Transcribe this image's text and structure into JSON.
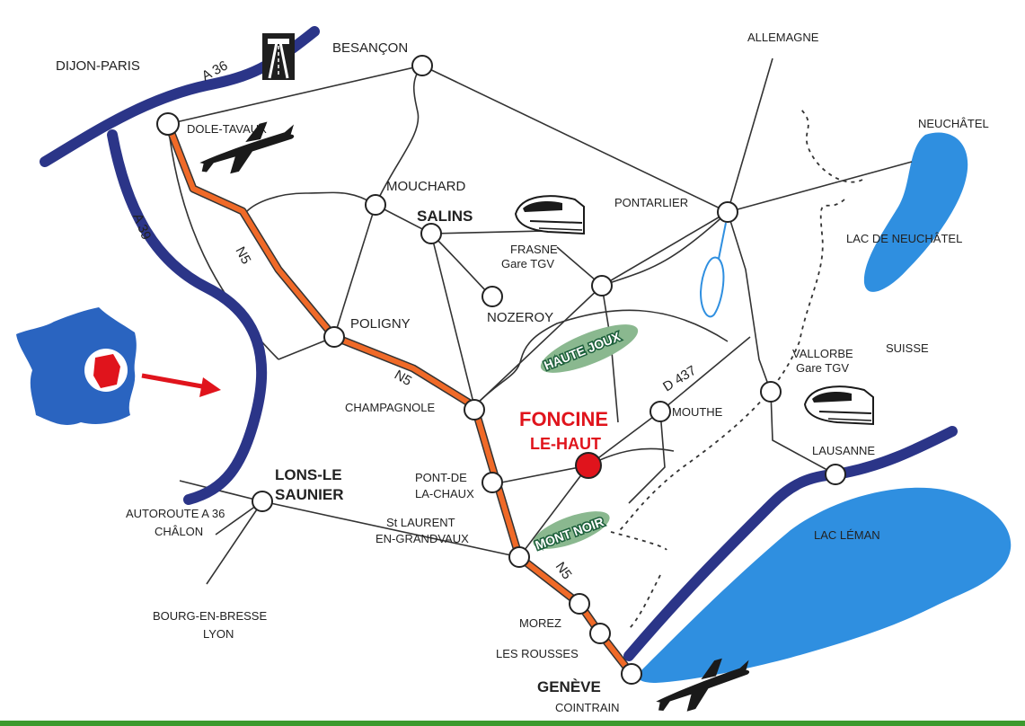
{
  "roads": {
    "a36": "A 36",
    "a39": "A 39",
    "n5_top": "N5",
    "n5_mid": "N5",
    "n5_bottom": "N5",
    "d437": "D 437"
  },
  "places": {
    "dijon_paris": "DIJON-PARIS",
    "besancon": "BESANÇON",
    "allemagne": "ALLEMAGNE",
    "neuchatel": "NEUCHÂTEL",
    "lac_neuchatel": "LAC DE NEUCHÂTEL",
    "dole_tavaux": "DOLE-TAVAUX",
    "mouchard": "MOUCHARD",
    "salins": "SALINS",
    "pontarlier": "PONTARLIER",
    "frasne": "FRASNE",
    "frasne_gare": "Gare TGV",
    "nozeroy": "NOZEROY",
    "poligny": "POLIGNY",
    "haute_joux": "HAUTE JOUX",
    "vallorbe": "VALLORBE",
    "vallorbe_gare": "Gare TGV",
    "suisse": "SUISSE",
    "champagnole": "CHAMPAGNOLE",
    "mouthe": "MOUTHE",
    "foncine_1": "FONCINE",
    "foncine_2": "LE-HAUT",
    "lausanne": "LAUSANNE",
    "lons_1": "LONS-LE",
    "lons_2": "SAUNIER",
    "pont_1": "PONT-DE",
    "pont_2": "LA-CHAUX",
    "autoroute_1": "AUTOROUTE A 36",
    "autoroute_2": "CHÂLON",
    "st_laurent_1": "St LAURENT",
    "st_laurent_2": "EN-GRANDVAUX",
    "mont_noir": "MONT NOIR",
    "lac_leman": "LAC LÉMAN",
    "bourg_1": "BOURG-EN-BRESSE",
    "bourg_2": "LYON",
    "morez": "MOREZ",
    "les_rousses": "LES ROUSSES",
    "geneve": "GENÈVE",
    "cointrain": "COINTRAIN"
  },
  "icons": {
    "motorway": "motorway-sign-icon",
    "airplane": "airplane-icon",
    "train": "tgv-train-icon",
    "france": "france-map-icon"
  },
  "colors": {
    "motorway": "#2b3588",
    "route_n5": "#f06a28",
    "lake": "#2f8fe0",
    "destination": "#e0141c",
    "forest": "#1b5e3a",
    "france": "#2a64c0",
    "grass": "#3c9a2e"
  }
}
